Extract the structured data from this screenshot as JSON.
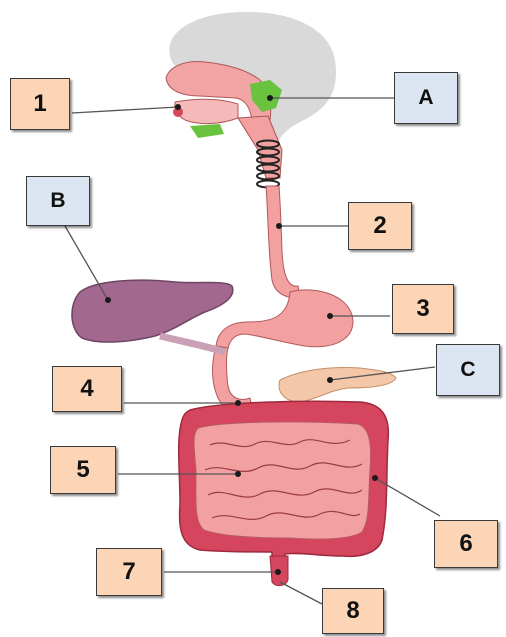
{
  "colors": {
    "number_box": "#fbd5b5",
    "letter_box": "#dce6f2",
    "tract": "#f2a0a0",
    "liver": "#a2688f",
    "large_intestine": "#d6455e",
    "gland": "#6ac33e",
    "pancreas": "#f3c7a7",
    "head": "#d9d9d9"
  },
  "labels": {
    "l1": "1",
    "l2": "2",
    "l3": "3",
    "l4": "4",
    "l5": "5",
    "l6": "6",
    "l7": "7",
    "l8": "8",
    "lA": "A",
    "lB": "B",
    "lC": "C"
  }
}
